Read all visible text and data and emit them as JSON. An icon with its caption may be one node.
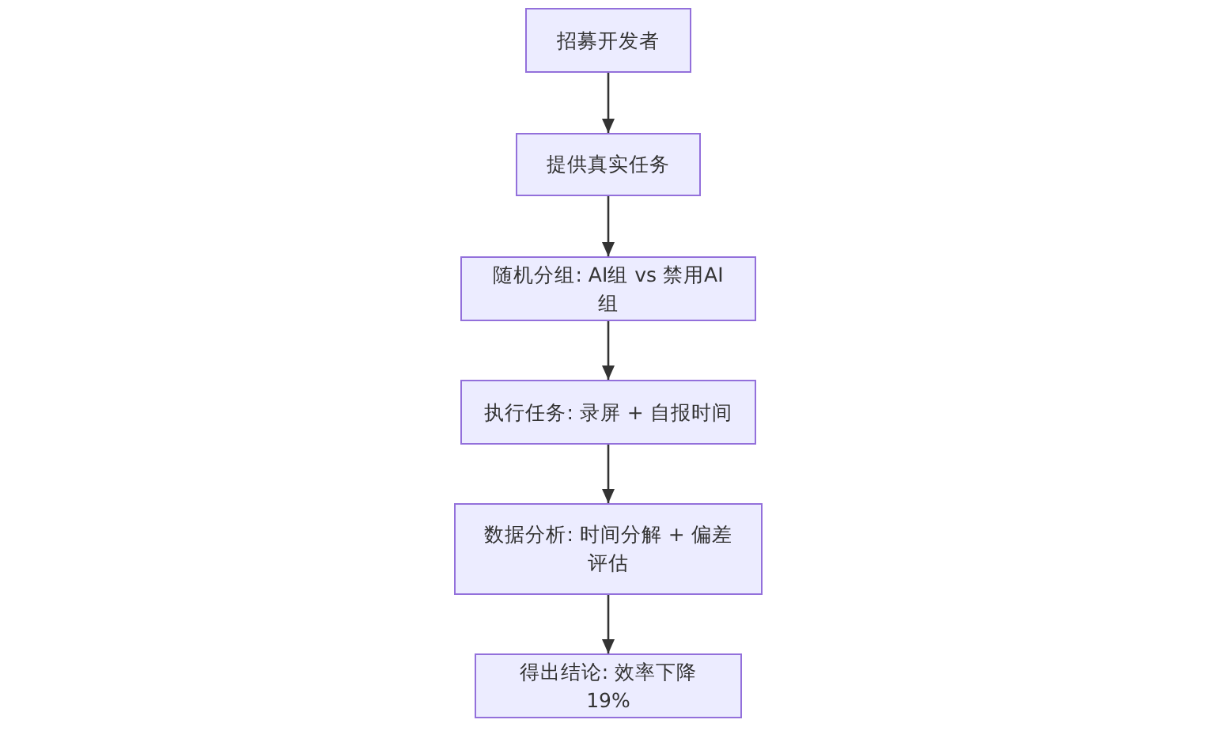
{
  "diagram": {
    "nodes": [
      {
        "text": [
          "招募开发者"
        ]
      },
      {
        "text": [
          "提供真实任务"
        ]
      },
      {
        "text": [
          "随机分组: AI组 vs 禁用AI组"
        ]
      },
      {
        "text": [
          "执行任务: 录屏 + 自报时间"
        ]
      },
      {
        "text": [
          "数据分析: 时间分解 + 偏差评估"
        ]
      },
      {
        "text": [
          "得出结论: 效率下降19%"
        ]
      }
    ],
    "edges": [
      {
        "from": 0,
        "to": 1,
        "arrow": "to"
      },
      {
        "from": 1,
        "to": 2,
        "arrow": "to"
      },
      {
        "from": 2,
        "to": 3,
        "arrow": "to"
      },
      {
        "from": 3,
        "to": 4,
        "arrow": "to"
      },
      {
        "from": 4,
        "to": 5,
        "arrow": "to"
      }
    ]
  }
}
